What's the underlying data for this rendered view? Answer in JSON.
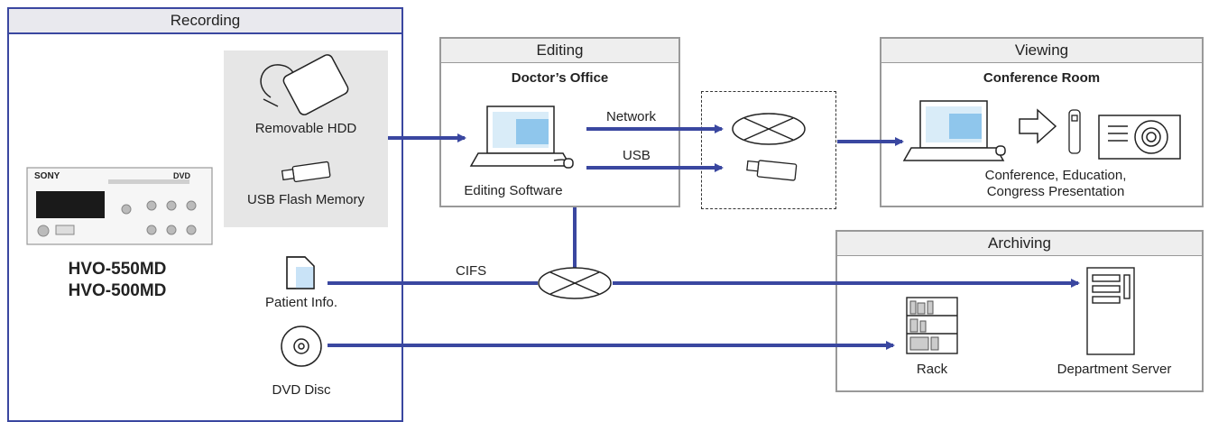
{
  "recording": {
    "title": "Recording",
    "device_models": [
      "HVO-550MD",
      "HVO-500MD"
    ],
    "device_brand": "SONY",
    "device_badge": "DVD",
    "media": {
      "removable_hdd": "Removable HDD",
      "usb_flash": "USB Flash Memory",
      "patient_info": "Patient Info.",
      "dvd_disc": "DVD Disc"
    }
  },
  "editing": {
    "title": "Editing",
    "location": "Doctor’s Office",
    "software": "Editing Software"
  },
  "transfer": {
    "network": "Network",
    "usb": "USB",
    "cifs": "CIFS"
  },
  "viewing": {
    "title": "Viewing",
    "location": "Conference Room",
    "caption_lines": [
      "Conference, Education,",
      "Congress Presentation"
    ]
  },
  "archiving": {
    "title": "Archiving",
    "rack": "Rack",
    "server": "Department  Server"
  },
  "colors": {
    "recording_border": "#3a47a0",
    "arrow": "#3a47a0",
    "panel_border": "#999999",
    "panel_header": "#eeeeee",
    "media_bg": "#e8e8e8"
  }
}
